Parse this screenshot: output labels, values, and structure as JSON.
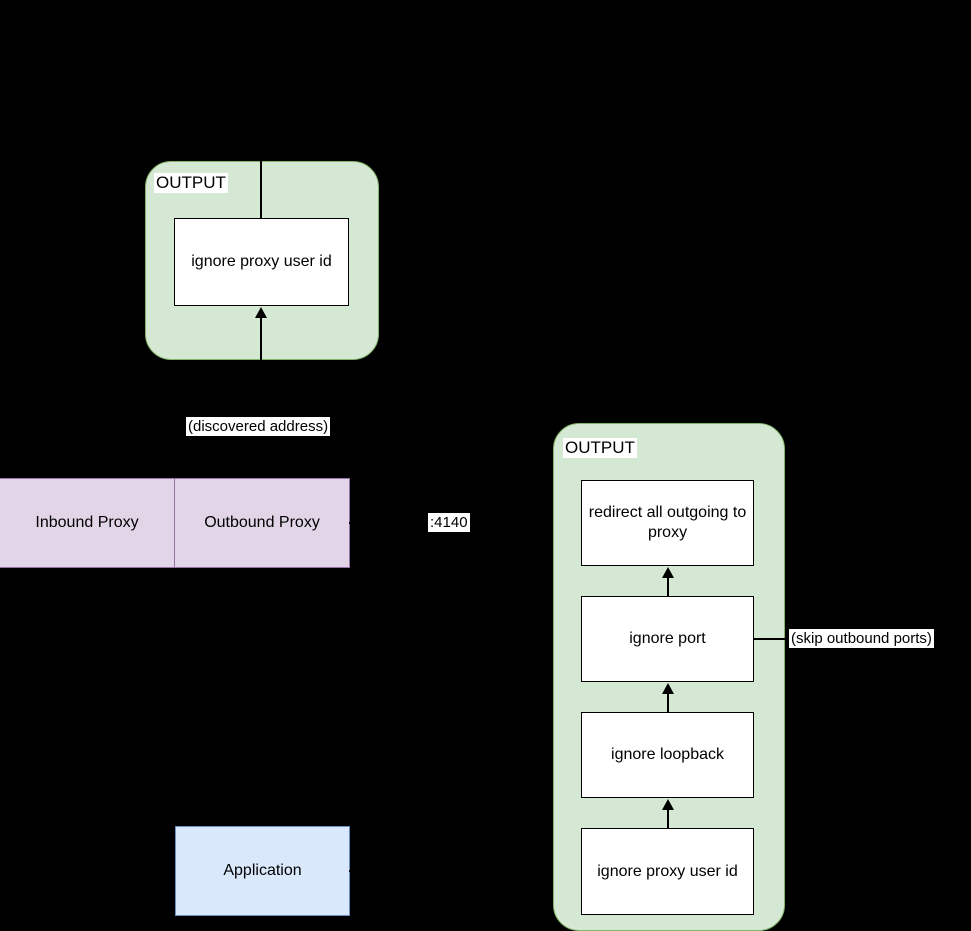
{
  "diagram": {
    "background_color": "#000000",
    "groups": [
      {
        "id": "inbound-output-chain",
        "title": "OUTPUT",
        "fill": "#d5e8d4",
        "stroke": "#82b366",
        "rules": [
          {
            "id": "left-ignore-proxy-user-id",
            "label": "ignore proxy user id"
          }
        ]
      },
      {
        "id": "outbound-output-chain",
        "title": "OUTPUT",
        "fill": "#d5e8d4",
        "stroke": "#82b366",
        "rules": [
          {
            "id": "redirect-all-outgoing",
            "label": "redirect all outgoing to proxy"
          },
          {
            "id": "ignore-port",
            "label": "ignore port"
          },
          {
            "id": "ignore-loopback",
            "label": "ignore loopback"
          },
          {
            "id": "right-ignore-proxy-user-id",
            "label": "ignore proxy user id"
          }
        ]
      }
    ],
    "proxy": {
      "fill": "#e1d5e7",
      "stroke": "#9673a6",
      "inbound_label": "Inbound Proxy",
      "outbound_label": "Outbound Proxy"
    },
    "application": {
      "fill": "#dae8fc",
      "stroke": "#6c8ebf",
      "label": "Application"
    },
    "edge_labels": [
      {
        "id": "discovered-address",
        "text": "(discovered address)"
      },
      {
        "id": "proxy-port",
        "text": ":4140"
      },
      {
        "id": "skip-outbound-ports",
        "text": "(skip outbound ports)"
      }
    ]
  }
}
